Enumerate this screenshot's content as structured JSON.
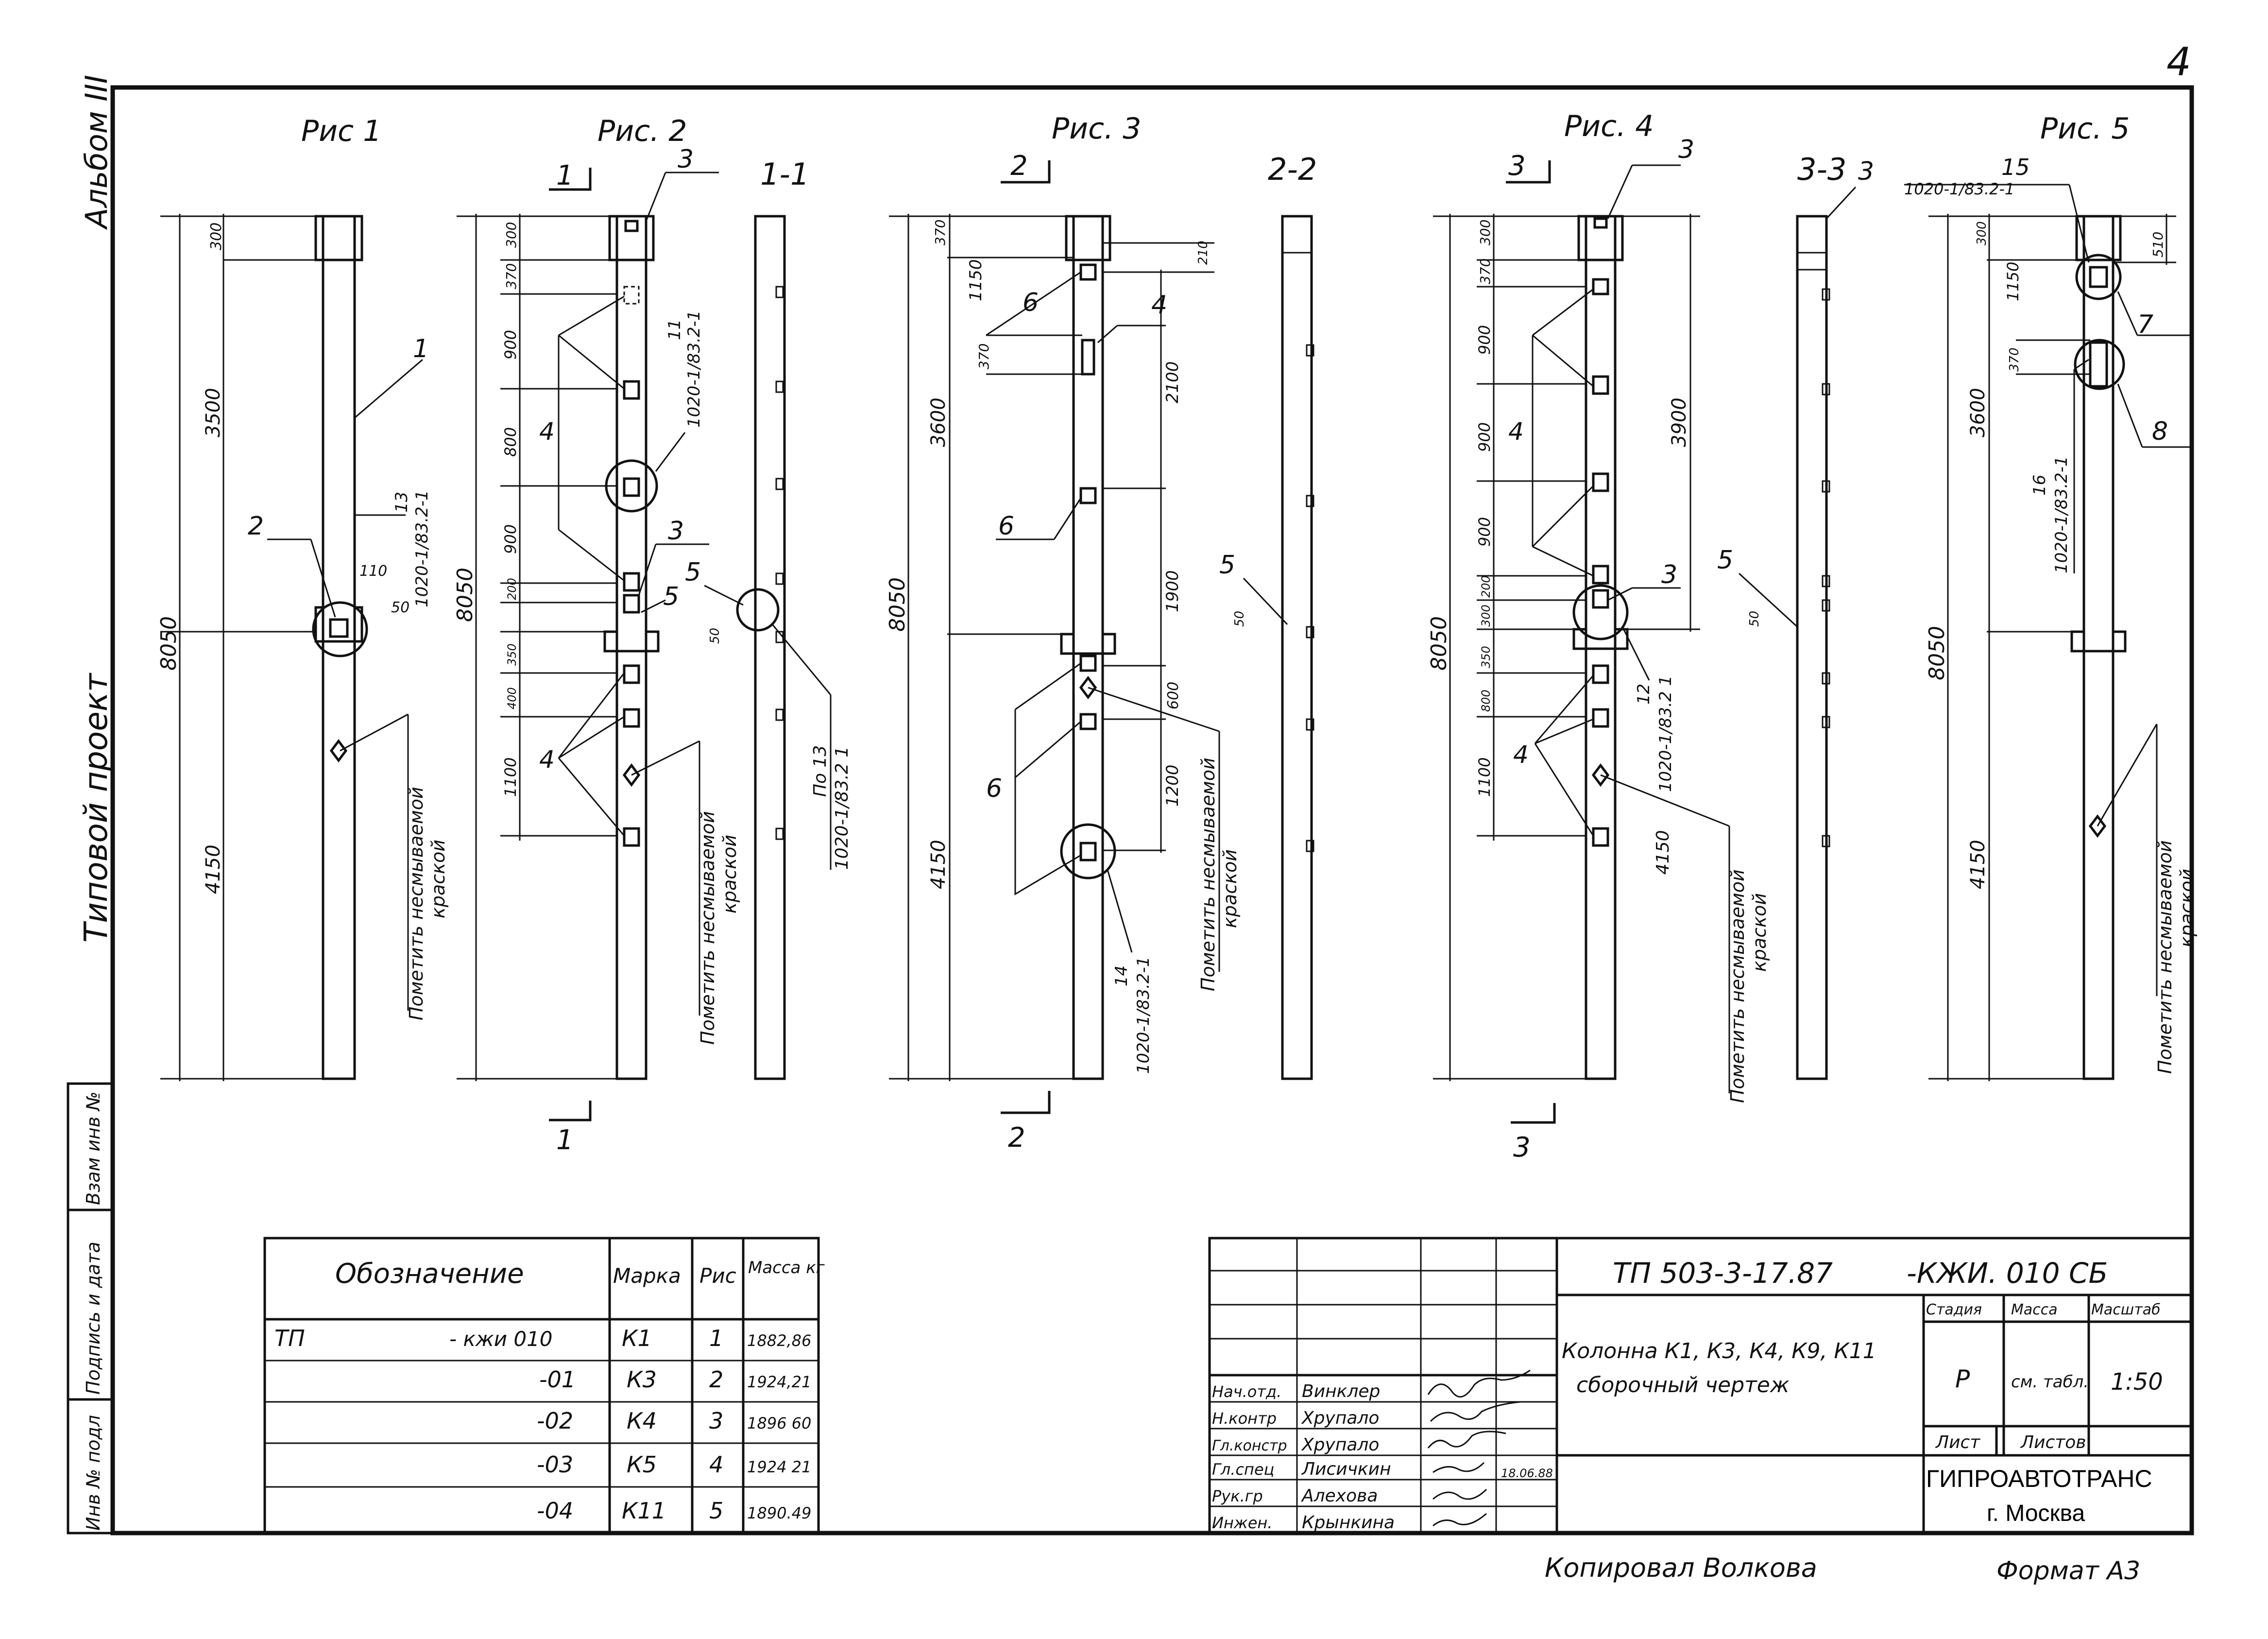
{
  "page_number": "4",
  "figures": {
    "fig1": "Рис 1",
    "fig2": "Рис. 2",
    "fig3": "Рис. 3",
    "fig4": "Рис. 4",
    "fig5": "Рис. 5",
    "sec1": "1-1",
    "sec2": "2-2",
    "sec3": "3-3"
  },
  "cut_marks": {
    "c1": "1",
    "c2": "2",
    "c3": "3"
  },
  "side_labels": {
    "album": "Альбом III",
    "project": "Типовой проект",
    "stamp_1": "Инв № подл",
    "stamp_2": "Подпись и дата",
    "stamp_3": "Взам инв №"
  },
  "notes": {
    "paint": "Пометить несмываемой",
    "paint2": "краской",
    "ref_13": "13",
    "ref_13b": "1020-1/83.2-1",
    "ref_11": "11",
    "ref_11b": "1020-1/83.2-1",
    "ref_po13": "По 13",
    "ref_po13b": "1020-1/83.2 1",
    "ref_14": "14",
    "ref_14b": "1020-1/83.2-1",
    "ref_12": "12",
    "ref_12b": "1020-1/83.2 1",
    "ref_15": "15",
    "ref_15b": "1020-1/83.2-1",
    "ref_16": "16",
    "ref_16b": "1020-1/83.2-1"
  },
  "dims": {
    "d8050": "8050",
    "d3500": "3500",
    "d4150": "4150",
    "d300": "300",
    "d110": "110",
    "d50": "50",
    "d370": "370",
    "d900": "900",
    "d800": "800",
    "d200": "200",
    "d400": "400",
    "d350": "350",
    "d1100": "1100",
    "d1150": "1150",
    "d2100": "2100",
    "d1900": "1900",
    "d600": "600",
    "d1200": "1200",
    "d3600": "3600",
    "d3900": "3900",
    "d510": "510",
    "d210": "210"
  },
  "positions": {
    "p1": "1",
    "p2": "2",
    "p3": "3",
    "p4": "4",
    "p5": "5",
    "p6": "6",
    "p7": "7",
    "p8": "8"
  },
  "spec_table": {
    "headers": [
      "Обозначение",
      "Марка",
      "Рис",
      "Масса кг"
    ],
    "prefix": "ТП",
    "rows": [
      {
        "code": "- кжи 010",
        "mark": "К1",
        "fig": "1",
        "mass": "1882,86"
      },
      {
        "code": "-01",
        "mark": "К3",
        "fig": "2",
        "mass": "1924,21"
      },
      {
        "code": "-02",
        "mark": "К4",
        "fig": "3",
        "mass": "1896 60"
      },
      {
        "code": "-03",
        "mark": "К5",
        "fig": "4",
        "mass": "1924 21"
      },
      {
        "code": "-04",
        "mark": "К11",
        "fig": "5",
        "mass": "1890.49"
      }
    ]
  },
  "title_block": {
    "doc_code": "ТП 503-3-17.87",
    "doc_code2": "-КЖИ. 010 СБ",
    "name1": "Колонна К1, К3, К4, К9, К11",
    "name2": "сборочный чертеж",
    "stage_h": "Стадия",
    "mass_h": "Масса",
    "scale_h": "Масштаб",
    "stage": "Р",
    "mass": "см. табл.",
    "scale": "1:50",
    "sheet_h": "Лист",
    "sheets_h": "Листов",
    "org1": "ГИПРОАВТОТРАНС",
    "org2": "г. Москва",
    "people": [
      {
        "role": "Нач.отд.",
        "name": "Винклер"
      },
      {
        "role": "Н.контр",
        "name": "Хрупало"
      },
      {
        "role": "Гл.констр",
        "name": "Хрупало"
      },
      {
        "role": "Гл.спец",
        "name": "Лисичкин"
      },
      {
        "role": "Рук.гр",
        "name": "Алехова"
      },
      {
        "role": "Инжен.",
        "name": "Крынкина"
      }
    ],
    "date": "18.06.88"
  },
  "footer": {
    "copied": "Копировал Волкова",
    "format": "Формат А3"
  }
}
